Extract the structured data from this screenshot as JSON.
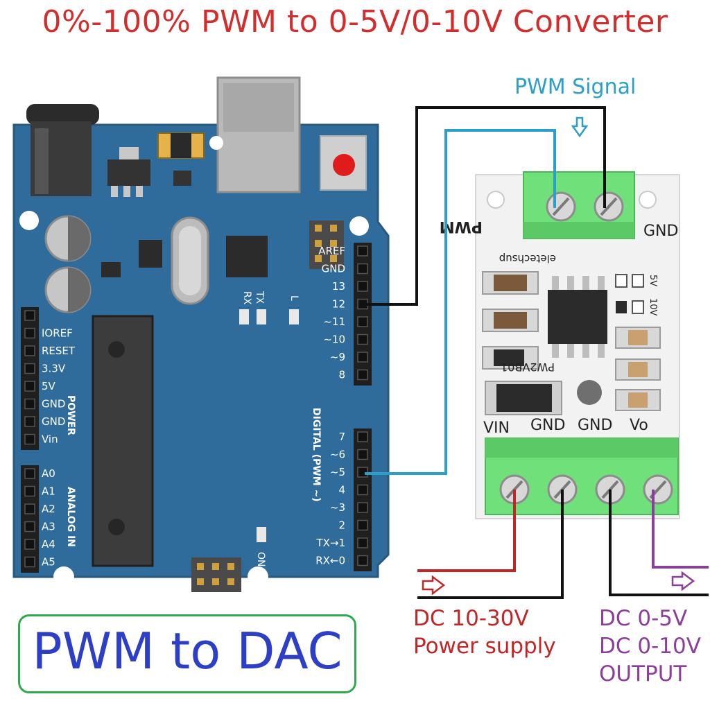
{
  "title": "0%-100% PWM to 0-5V/0-10V Converter",
  "labels": {
    "pwm_signal": "PWM Signal",
    "power_line1": "DC 10-30V",
    "power_line2": "Power supply",
    "output_line1": "DC 0-5V",
    "output_line2": "DC 0-10V",
    "output_line3": "OUTPUT",
    "badge": "PWM to DAC"
  },
  "arduino": {
    "header_right": [
      "AREF",
      "GND",
      "13",
      "12",
      "~11",
      "~10",
      "~9",
      "8",
      "7",
      "~6",
      "~5",
      "4",
      "~3",
      "2",
      "TX→1",
      "RX←0"
    ],
    "header_power": [
      "IOREF",
      "RESET",
      "3.3V",
      "5V",
      "GND",
      "GND",
      "Vin"
    ],
    "header_analog": [
      "A0",
      "A1",
      "A2",
      "A3",
      "A4",
      "A5"
    ],
    "power_title": "POWER",
    "analog_title": "ANALOG IN",
    "digital_title": "DIGITAL (PWM ~)",
    "rx": "RX",
    "tx": "TX",
    "led_l": "L",
    "on": "ON"
  },
  "module": {
    "top_terminals": [
      "PWM",
      "GND"
    ],
    "brand": "eletechsup",
    "model": "PW2VB01",
    "jumper_5v": "5V",
    "jumper_10v": "10V",
    "bottom_terminals": [
      "VIN",
      "GND",
      "GND",
      "Vo"
    ]
  },
  "colors": {
    "title": "#d12e2e",
    "pwm_wire": "#2aa0c9",
    "gnd_wire": "#111111",
    "power_wire": "#c12525",
    "output_wire": "#8a3f9a",
    "board": "#2f6c9c",
    "terminal": "#6fe07a",
    "badge_border": "#2ea94d",
    "badge_text": "#2d3fc4"
  }
}
